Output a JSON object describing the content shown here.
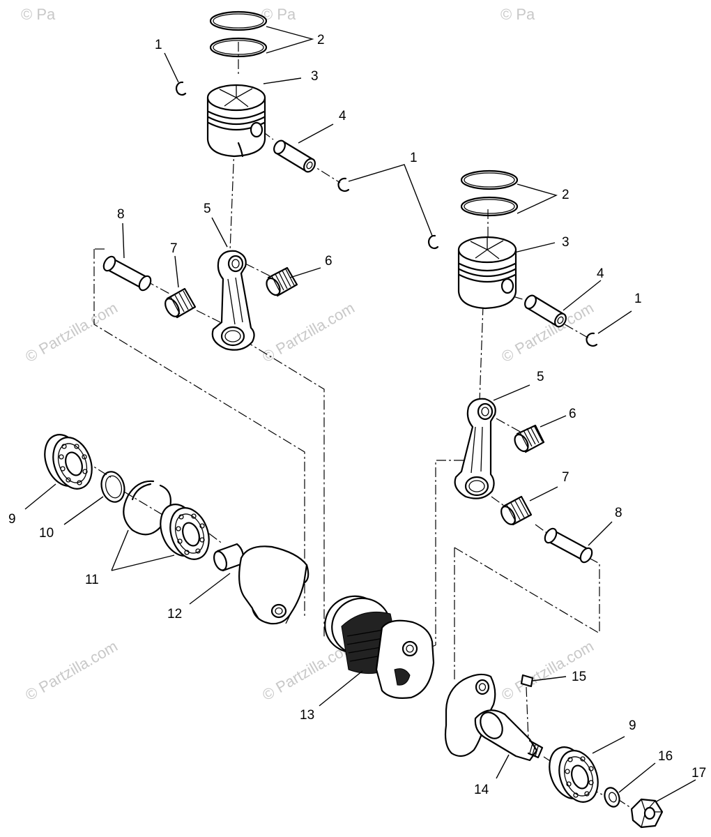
{
  "watermark": {
    "text": "© Partzilla.com",
    "top_left": "© Pa",
    "top_mid": "© Pa",
    "top_right": "© Pa"
  },
  "callouts": {
    "c1a": "1",
    "c1b": "1",
    "c1c": "1",
    "c2a": "2",
    "c2b": "2",
    "c3a": "3",
    "c3b": "3",
    "c4a": "4",
    "c4b": "4",
    "c5a": "5",
    "c5b": "5",
    "c6a": "6",
    "c6b": "6",
    "c7a": "7",
    "c7b": "7",
    "c8a": "8",
    "c8b": "8",
    "c9a": "9",
    "c9b": "9",
    "c10": "10",
    "c11": "11",
    "c12": "12",
    "c13": "13",
    "c14": "14",
    "c15": "15",
    "c16": "16",
    "c17": "17"
  }
}
